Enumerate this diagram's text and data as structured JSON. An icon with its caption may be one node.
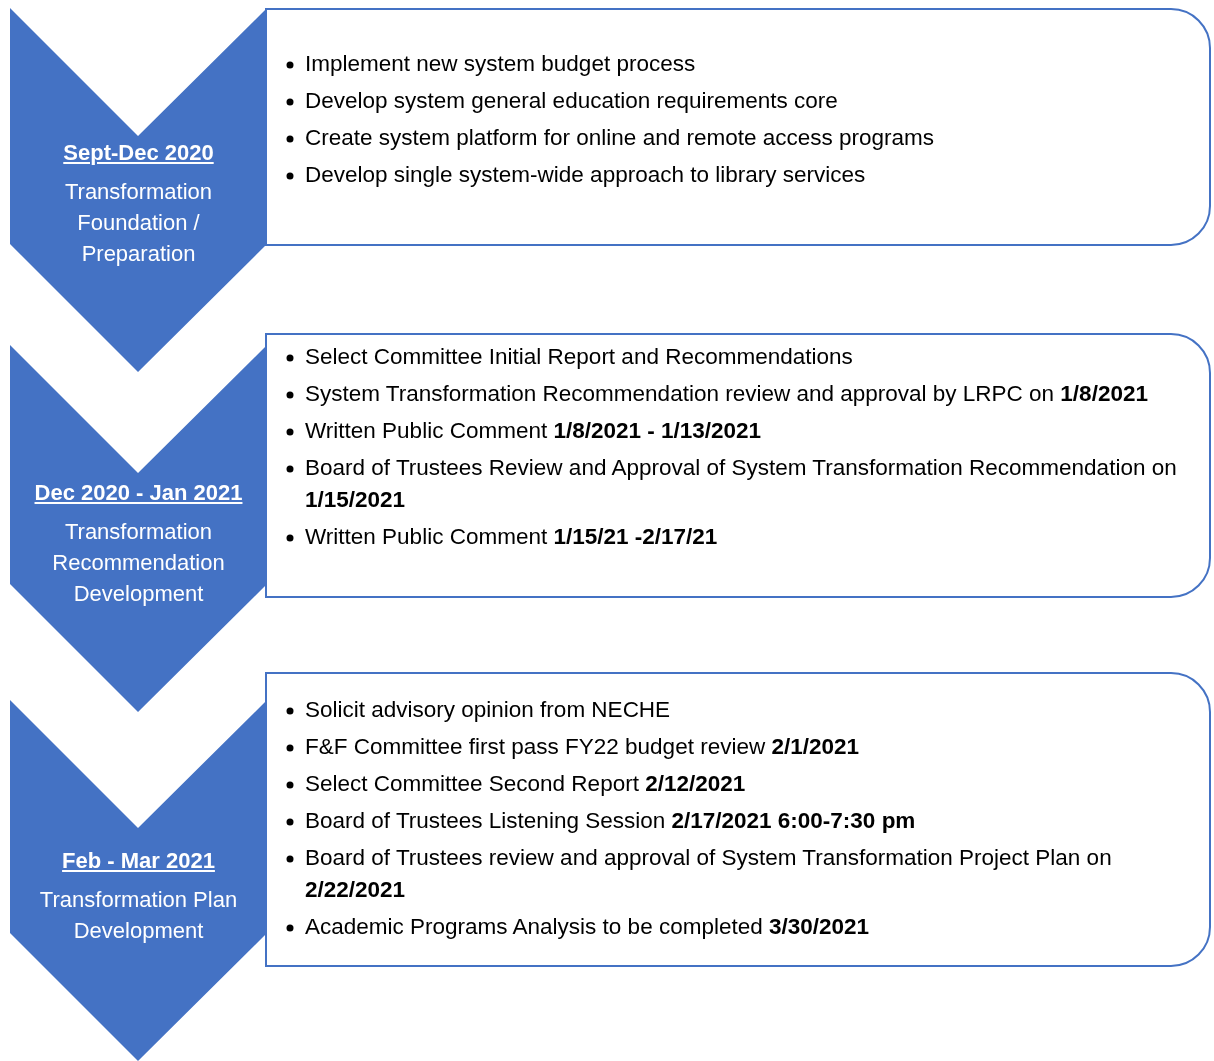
{
  "diagram": {
    "nodes": [
      {
        "text": [
          "Sept-Dec 2020",
          "Transformation Foundation / Preparation"
        ]
      },
      {
        "text": [
          "Implement new system budget process",
          "Develop system general education requirements core",
          "Create system platform for online and remote access programs",
          "Develop single system-wide approach to library services"
        ]
      },
      {
        "text": [
          "Dec 2020 - Jan 2021",
          "Transformation Recommendation Development"
        ]
      },
      {
        "text": [
          "Select Committee Initial Report and Recommendations",
          "System Transformation Recommendation review and approval by LRPC on **1/8/2021**",
          "Written Public Comment **1/8/2021 - 1/13/2021**",
          "Board of Trustees Review and Approval of System Transformation Recommendation on **1/15/2021**",
          "Written Public Comment **1/15/21 -2/17/21**"
        ]
      },
      {
        "text": [
          "Feb - Mar 2021",
          "Transformation Plan Development"
        ]
      },
      {
        "text": [
          "Solicit advisory opinion from NECHE",
          "F&F Committee first pass FY22 budget review **2/1/2021**",
          "Select Committee Second Report **2/12/2021**",
          "Board of Trustees Listening Session **2/17/2021 6:00-7:30 pm**",
          "Board  of Trustees review and approval of System Transformation Project Plan on **2/22/2021**",
          "Academic Programs Analysis to be completed **3/30/2021**"
        ]
      }
    ]
  }
}
